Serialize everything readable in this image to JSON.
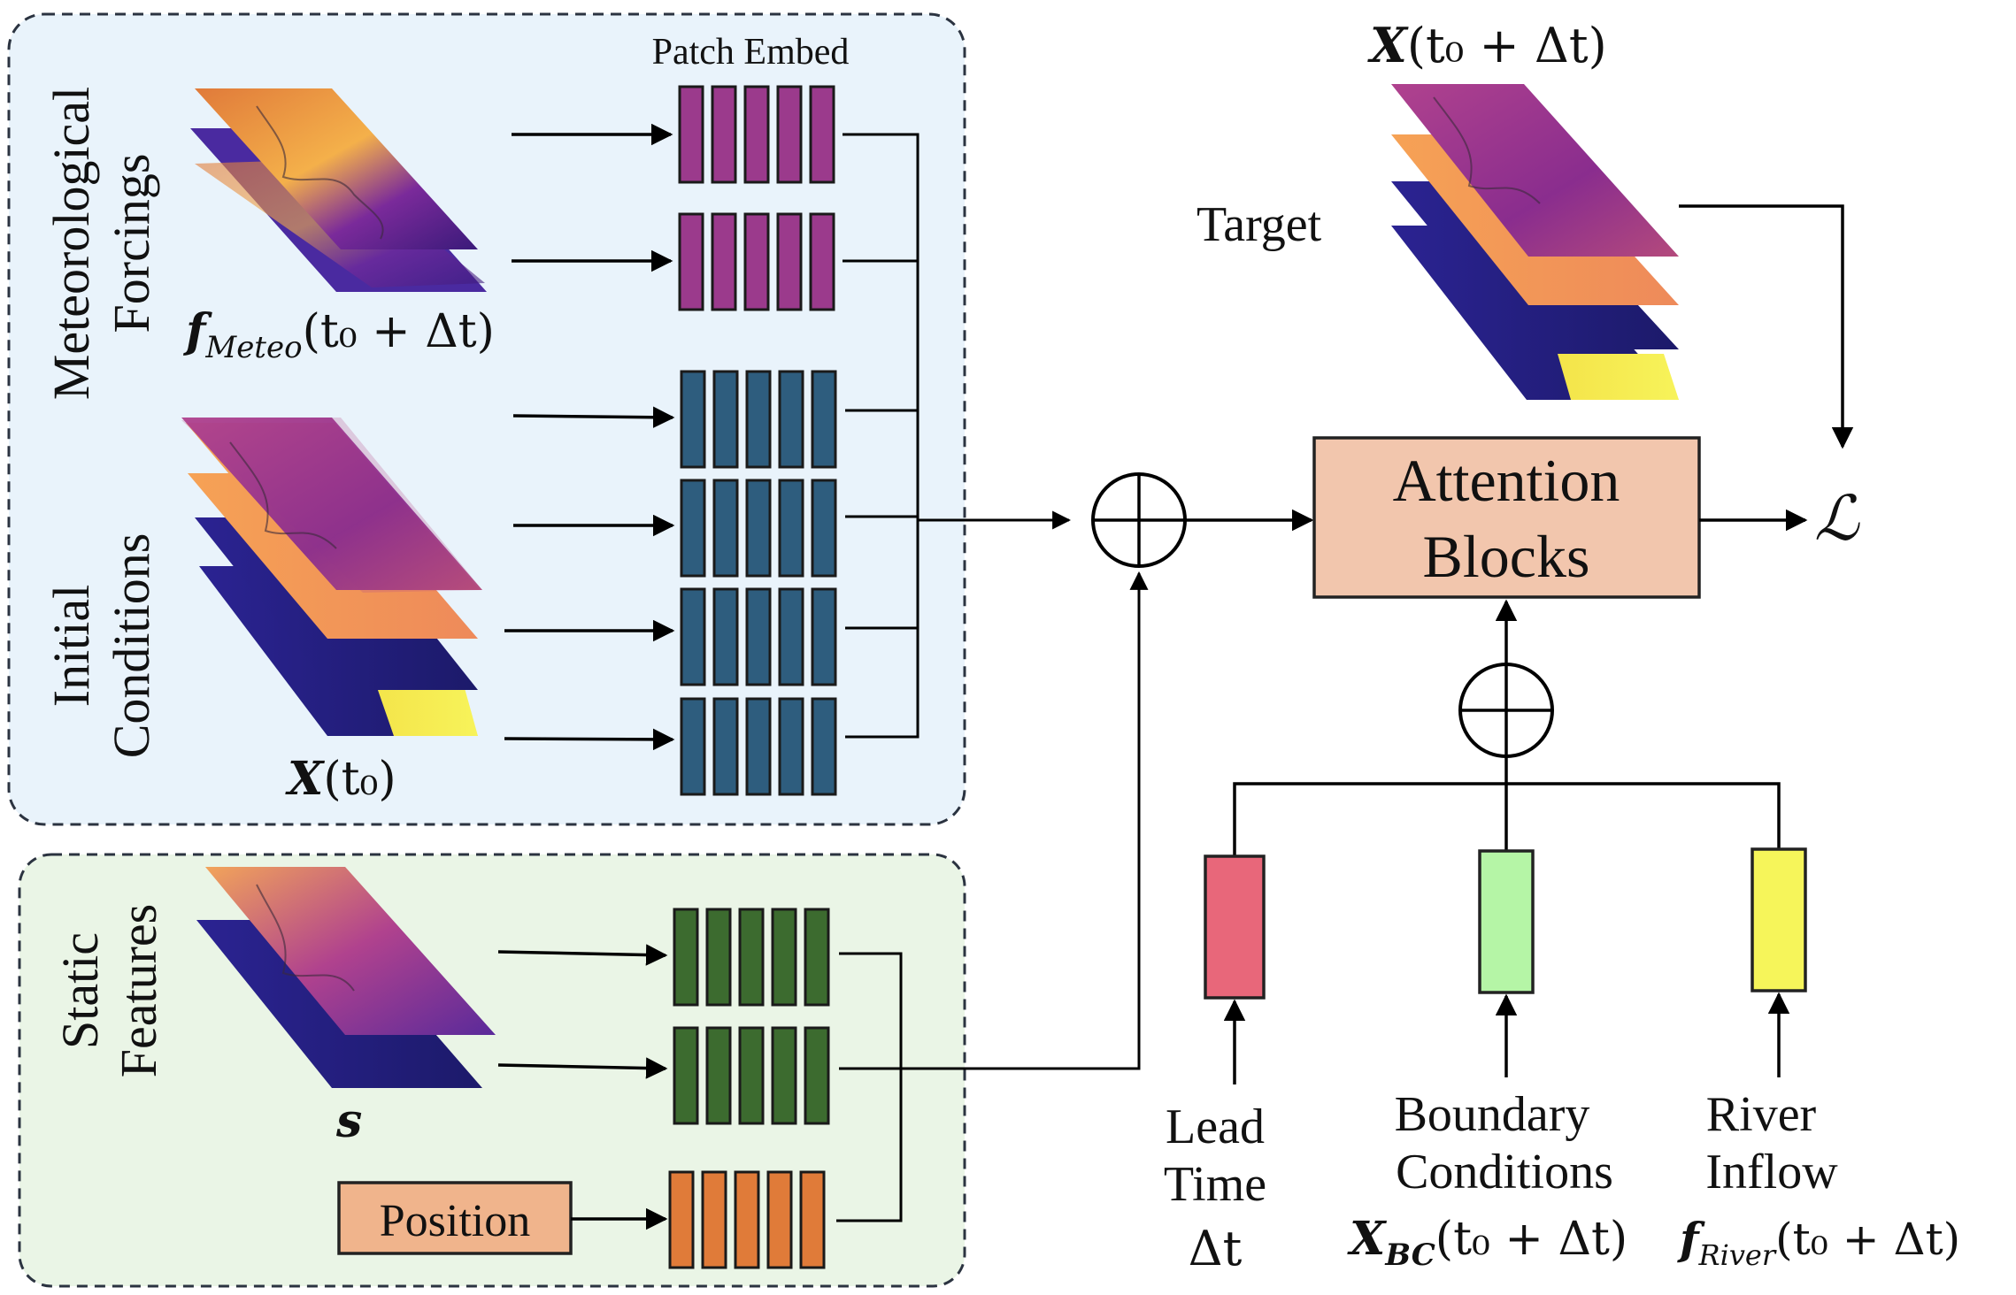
{
  "panels": {
    "dynamic": {
      "fill": "#e9f3fb",
      "stroke": "#2b3340"
    },
    "static": {
      "fill": "#eaf5e6",
      "stroke": "#2b3340"
    }
  },
  "labels": {
    "patch_embed": "Patch Embed",
    "meteo_rot_1": "Meteorological",
    "meteo_rot_2": "Forcings",
    "initial_rot_1": "Initial",
    "initial_rot_2": "Conditions",
    "static_rot_1": "Static",
    "static_rot_2": "Features",
    "target": "Target",
    "position": "Position",
    "attention_1": "Attention",
    "attention_2": "Blocks",
    "loss": "ℒ",
    "lead_time_1": "Lead",
    "lead_time_2": "Time",
    "boundary_1": "Boundary",
    "boundary_2": "Conditions",
    "river_1": "River",
    "river_2": "Inflow"
  },
  "math_labels": {
    "meteo": {
      "bold": "f",
      "sub": "Meteo",
      "rest": "(t₀ + Δt)"
    },
    "initial": {
      "bold": "X",
      "sub": "",
      "rest": "(t₀)"
    },
    "static": {
      "bold": "s",
      "sub": "",
      "rest": ""
    },
    "target": {
      "bold": "X",
      "sub": "",
      "rest": "(t₀ + Δt)"
    },
    "lead": {
      "bold": "",
      "sub": "",
      "rest": "Δt"
    },
    "boundary": {
      "bold": "X",
      "sub": "BC",
      "rest": "(t₀ + Δt)"
    },
    "river": {
      "bold": "f",
      "sub": "River",
      "rest": "(t₀ + Δt)"
    }
  },
  "colors": {
    "meteo_token": "#9b3a8c",
    "initial_token": "#2e5d7e",
    "static_token": "#3c6b2f",
    "position_token": "#e07b39",
    "position_box": "#f0b48c",
    "attention_box": "#f2c6ad",
    "lead_time": "#e8677a",
    "boundary": "#b5f5a6",
    "river": "#f6f55a",
    "map_purple": "#8a2d8e",
    "map_orange": "#f3a35a",
    "map_navy": "#24247a",
    "map_yellow": "#f4ef45",
    "map_magenta": "#a0358f"
  },
  "icons": {
    "sum_operator_main": "circled-plus-icon",
    "sum_operator_conditions": "circled-plus-icon"
  }
}
